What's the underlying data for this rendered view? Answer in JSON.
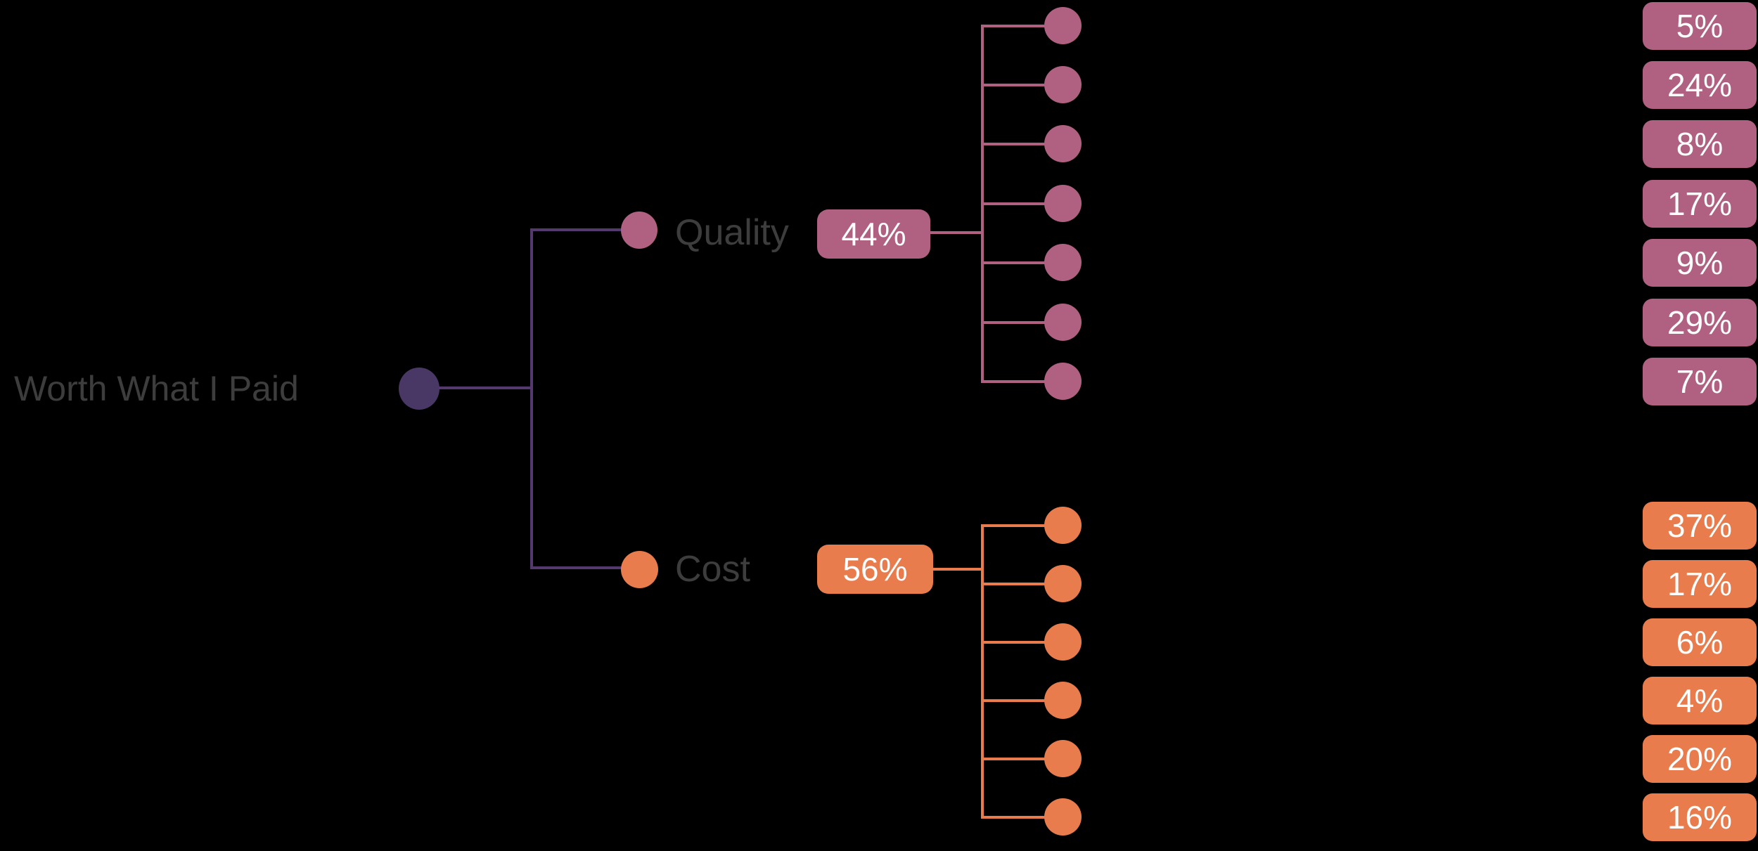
{
  "colors": {
    "background": "#000000",
    "text": "#3d3d3d",
    "badge_text": "#ffffff",
    "root_node": "#493765",
    "root_connector": "#53396e",
    "quality": "#b06080",
    "cost": "#e87c4d"
  },
  "root": {
    "label": "Worth What I Paid"
  },
  "branches": [
    {
      "label": "Quality",
      "share": "44%",
      "leaf_values": [
        "5%",
        "24%",
        "8%",
        "17%",
        "9%",
        "29%",
        "7%"
      ]
    },
    {
      "label": "Cost",
      "share": "56%",
      "leaf_values": [
        "37%",
        "17%",
        "6%",
        "4%",
        "20%",
        "16%"
      ]
    }
  ]
}
